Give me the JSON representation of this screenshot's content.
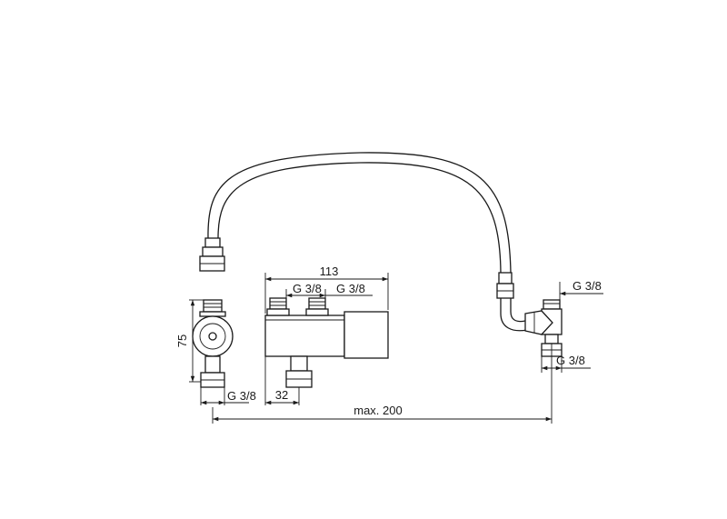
{
  "dimensions": {
    "width_113": "113",
    "thread_inlet_left": "G 3/8",
    "thread_inlet_right": "G 3/8",
    "thread_right_top": "G 3/8",
    "thread_right_bottom": "G 3/8",
    "thread_side_bottom": "G 3/8",
    "height_75": "75",
    "offset_32": "32",
    "max_length": "max. 200"
  }
}
